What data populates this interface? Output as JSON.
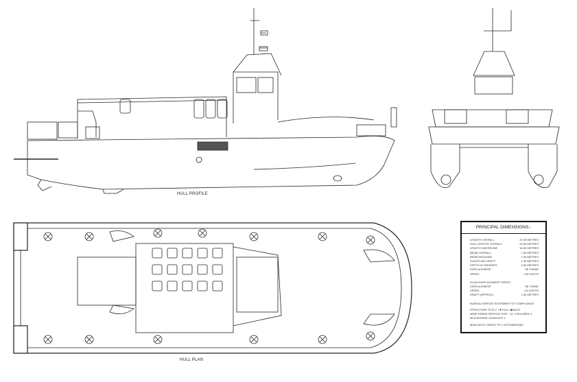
{
  "labels": {
    "hull_profile": "HULL PROFILE",
    "hull_plan": "HULL PLAN"
  },
  "principal_dimensions": {
    "title": "PRINCIPAL DIMENSIONS:-",
    "rows": [
      {
        "k": "LENGTH OVERALL",
        "v": "22.00 METRES"
      },
      {
        "k": "HULL LENGTH OVERALL",
        "v": "20.80 METRES"
      },
      {
        "k": "LENGTH WATERLINE",
        "v": "18.80 METRES"
      },
      {
        "k": "BEAM OVERALL",
        "v": "7.60 METRES"
      },
      {
        "k": "BEAM MOULDED",
        "v": "7.50 METRES"
      },
      {
        "k": "SCANTLING DRAFT",
        "v": "1.30 METRES"
      },
      {
        "k": "DEPTH AT MIDSHIPS",
        "v": "2.80 METRES"
      },
      {
        "k": "DISPLACEMENT",
        "v": "58 TONNE"
      },
      {
        "k": "SPEED",
        "v": "<30 KNOTS"
      }
    ],
    "slow_title": "SLOW DISPLACEMENT SPEED:",
    "slow_rows": [
      {
        "k": "DISPLACEMENT",
        "v": "58 TONNE"
      },
      {
        "k": "SPEED",
        "v": "<10 KNOTS"
      },
      {
        "k": "DRAFT (APPROX)",
        "v": "1.62 METRES"
      }
    ],
    "compliance_title": "BUREAU VERITAS STATEMENT OF COMPLIANCE",
    "compliance_lines": [
      "STRUCTURE TO B.V. I ✠ HULL ◆MACH",
      "WIND FARMS SERVICE SHIP - SL 1 SEA AREA 3",
      "MCA MGN280 CATAGORY 1"
    ],
    "cargo": "MAIN DECK CARGO TO 1.00TONNE/SQM"
  }
}
